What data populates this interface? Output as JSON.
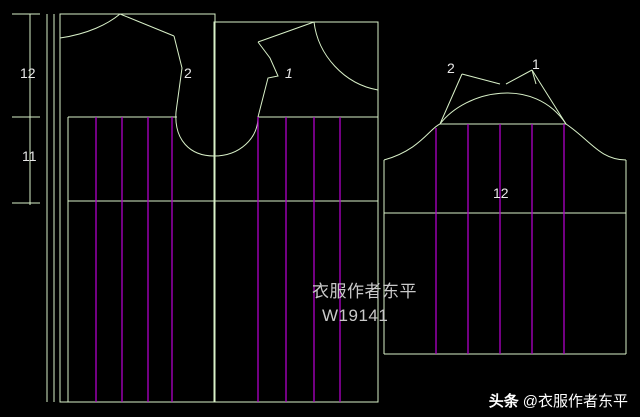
{
  "labels": {
    "left_dim_upper": "12",
    "left_dim_lower": "11",
    "back_armhole_mark": "2",
    "front_armhole_mark": "1",
    "sleeve_mark_left": "2",
    "sleeve_mark_right": "1",
    "sleeve_width": "12"
  },
  "watermark": {
    "line1": "衣服作者东平",
    "line2": "W19141"
  },
  "credit": {
    "brand": "头条",
    "handle": "@衣服作者东平"
  },
  "colors": {
    "background": "#000000",
    "outline": "#d8f0c8",
    "pleat_line": "#b000c8",
    "text": "#e8e8e8"
  }
}
